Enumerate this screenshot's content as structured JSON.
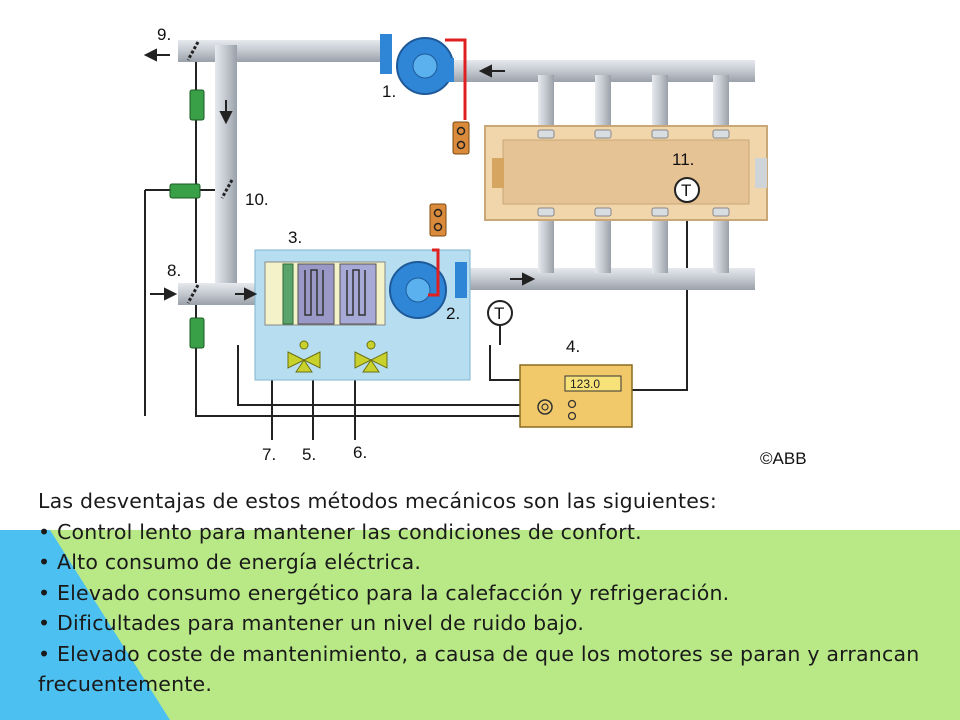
{
  "colors": {
    "accent_blue": "#4cc0f0",
    "accent_green": "#b8e986",
    "duct": "#c8ccd3",
    "fan": "#2f86d6",
    "unit_bg": "#b7def0",
    "room": "#f1d5ab",
    "controller": "#f2c96a"
  },
  "diagram": {
    "labels": {
      "n1": "1.",
      "n2": "2.",
      "n3": "3.",
      "n4": "4.",
      "n5": "5.",
      "n6": "6.",
      "n7": "7.",
      "n8": "8.",
      "n9": "9.",
      "n10": "10.",
      "n11": "11."
    },
    "sensor_letter": "T",
    "display_value": "123.0",
    "copyright": "©ABB"
  },
  "text": {
    "intro": "Las desventajas de estos métodos mecánicos son las siguientes:",
    "bullets": [
      "• Control lento para mantener las condiciones de confort.",
      "• Alto consumo de energía eléctrica.",
      "• Elevado consumo energético para la calefacción y refrigeración.",
      "• Dificultades para mantener un nivel de ruido bajo.",
      "• Elevado coste de mantenimiento, a causa de que los motores se paran y arrancan frecuentemente."
    ]
  }
}
